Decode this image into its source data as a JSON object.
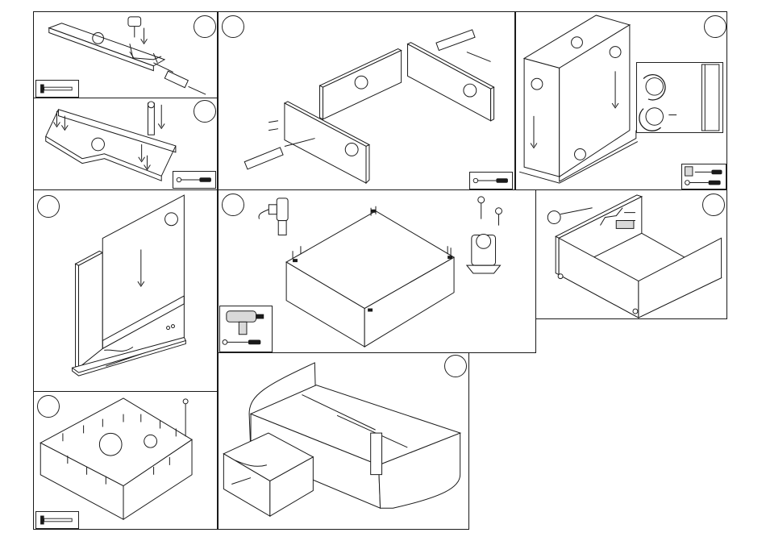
{
  "sheet": {
    "steps": [
      {
        "id": "step-1",
        "number": "",
        "tool": "hammer"
      },
      {
        "id": "step-2",
        "number": "",
        "tool": "screwdriver"
      },
      {
        "id": "step-3",
        "number": "",
        "tool": "screwdriver"
      },
      {
        "id": "step-4",
        "number": "",
        "tool": "screwdriver"
      },
      {
        "id": "step-5",
        "number": "",
        "tool": ""
      },
      {
        "id": "step-6",
        "number": "",
        "tool": "drill"
      },
      {
        "id": "step-7",
        "number": "",
        "tool": ""
      },
      {
        "id": "step-8",
        "number": "",
        "tool": "hammer"
      },
      {
        "id": "step-9",
        "number": "",
        "tool": ""
      }
    ],
    "detail_callout": {
      "marks": [
        "",
        ""
      ]
    }
  }
}
